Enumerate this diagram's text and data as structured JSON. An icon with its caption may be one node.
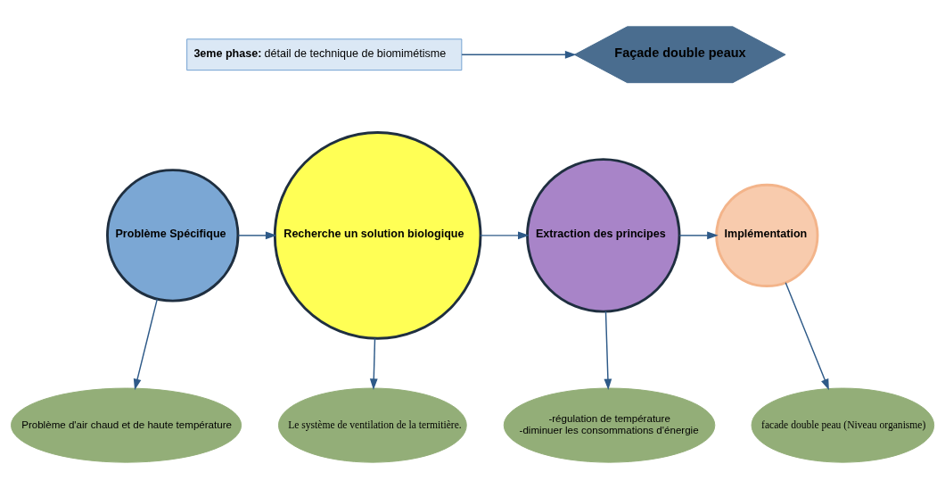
{
  "diagram": {
    "nodes": [
      {
        "text": [
          "**3eme phase:** détail de technique de biomimétisme"
        ]
      },
      {
        "text": [
          "Façade double peaux"
        ]
      },
      {
        "text": [
          "Problème Spécifique"
        ]
      },
      {
        "text": [
          "Recherche un solution biologique"
        ]
      },
      {
        "text": [
          "Extraction des principes"
        ]
      },
      {
        "text": [
          "Implémentation"
        ]
      },
      {
        "text": [
          "Problème d'air chaud et de haute température"
        ]
      },
      {
        "text": [
          "Le système de ventilation de la termitière."
        ]
      },
      {
        "text": [
          "-régulation de température",
          "-diminuer les consommations d'énergie"
        ]
      },
      {
        "text": [
          "facade double peau (Niveau organisme)"
        ]
      }
    ],
    "edges": [
      {
        "from": 0,
        "to": 1,
        "arrow": "to"
      },
      {
        "from": 2,
        "to": 3,
        "arrow": "to"
      },
      {
        "from": 3,
        "to": 4,
        "arrow": "to"
      },
      {
        "from": 4,
        "to": 5,
        "arrow": "to"
      },
      {
        "from": 2,
        "to": 6,
        "arrow": "to"
      },
      {
        "from": 3,
        "to": 7,
        "arrow": "to"
      },
      {
        "from": 4,
        "to": 8,
        "arrow": "to"
      },
      {
        "from": 5,
        "to": 9,
        "arrow": "to"
      }
    ]
  }
}
